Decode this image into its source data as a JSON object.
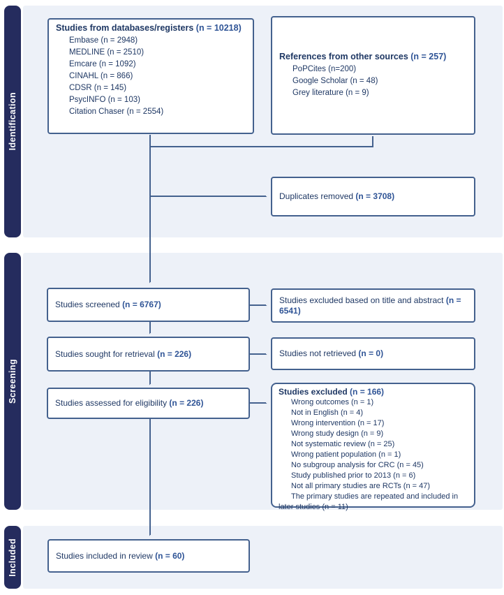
{
  "sections": [
    {
      "label": "Identification"
    },
    {
      "label": "Screening"
    },
    {
      "label": "Included"
    }
  ],
  "boxes": {
    "databases": {
      "title": {
        "label": "Studies from databases/registers ",
        "n": "(n = 10218)"
      },
      "items": [
        {
          "label": "Embase ",
          "n": "(n = 2948)"
        },
        {
          "label": "MEDLINE ",
          "n": "(n = 2510)"
        },
        {
          "label": "Emcare ",
          "n": "(n = 1092)"
        },
        {
          "label": "CINAHL ",
          "n": "(n = 866)"
        },
        {
          "label": "CDSR ",
          "n": "(n = 145)"
        },
        {
          "label": "PsycINFO ",
          "n": "(n = 103)"
        },
        {
          "label": "Citation Chaser ",
          "n": "(n = 2554)"
        }
      ]
    },
    "other_sources": {
      "title": {
        "label": "References from other sources ",
        "n": "(n = 257)"
      },
      "items": [
        {
          "label": "PoPCites ",
          "n": "(n=200)"
        },
        {
          "label": "Google Scholar ",
          "n": "(n = 48)"
        },
        {
          "label": "Grey literature ",
          "n": "(n = 9)"
        }
      ]
    },
    "duplicates": {
      "label": "Duplicates removed ",
      "n": "(n = 3708)"
    },
    "screened": {
      "label": "Studies screened ",
      "n": "(n = 6767)"
    },
    "excluded_title_abstract": {
      "label": "Studies excluded based on title and abstract ",
      "n": "(n = 6541)"
    },
    "sought": {
      "label": "Studies sought for retrieval ",
      "n": "(n = 226)"
    },
    "not_retrieved": {
      "label": "Studies not retrieved ",
      "n": "(n = 0)"
    },
    "eligibility": {
      "label": "Studies assessed for eligibility ",
      "n": "(n = 226)"
    },
    "excluded_reasons": {
      "title": {
        "label": "Studies excluded ",
        "n": "(n = 166)"
      },
      "items": [
        {
          "label": "Wrong outcomes ",
          "n": "(n = 1)"
        },
        {
          "label": "Not in English ",
          "n": "(n = 4)"
        },
        {
          "label": "Wrong intervention ",
          "n": "(n = 17)"
        },
        {
          "label": "Wrong study design ",
          "n": "(n = 9)"
        },
        {
          "label": "Not systematic review ",
          "n": "(n = 25)"
        },
        {
          "label": "Wrong patient population ",
          "n": "(n = 1)"
        },
        {
          "label": "No subgroup analysis for CRC ",
          "n": "(n = 45)"
        },
        {
          "label": "Study published prior to 2013 ",
          "n": "(n = 6)"
        },
        {
          "label": "Not all primary studies are RCTs ",
          "n": "(n = 47)"
        },
        {
          "label": "The primary studies are repeated and included in later studies ",
          "n": "(n = 11)"
        }
      ]
    },
    "included": {
      "label": "Studies included in review ",
      "n": "(n = 60)"
    }
  },
  "colors": {
    "section_bar": "#252c5e",
    "section_panel": "#edf1f8",
    "box_border": "#44618e",
    "label_text": "#1f3864",
    "count_text": "#2f5496"
  }
}
